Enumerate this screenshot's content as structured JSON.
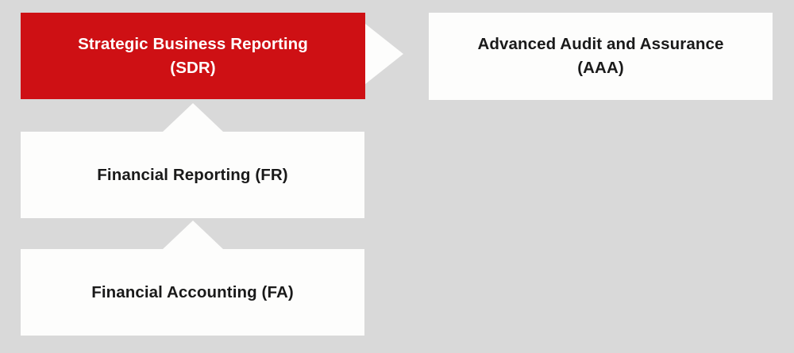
{
  "diagram": {
    "type": "progression-flow",
    "background_color": "#D9D9D9",
    "accent_color": "#CE1014",
    "box_color": "#FDFDFC",
    "text_color": "#1A1A1A",
    "highlight_text_color": "#FFFFFF",
    "nodes": [
      {
        "id": "sdr",
        "label": "Strategic Business Reporting\n(SDR)",
        "highlighted": true
      },
      {
        "id": "aaa",
        "label": "Advanced Audit and Assurance\n(AAA)",
        "highlighted": false
      },
      {
        "id": "fr",
        "label": "Financial Reporting (FR)",
        "highlighted": false
      },
      {
        "id": "fa",
        "label": "Financial Accounting (FA)",
        "highlighted": false
      }
    ],
    "connectors": [
      {
        "id": "sdr-to-aaa",
        "from": "sdr",
        "to": "aaa",
        "direction": "right"
      },
      {
        "id": "fr-to-sdr",
        "from": "fr",
        "to": "sdr",
        "direction": "up"
      },
      {
        "id": "fa-to-fr",
        "from": "fa",
        "to": "fr",
        "direction": "up"
      }
    ]
  }
}
